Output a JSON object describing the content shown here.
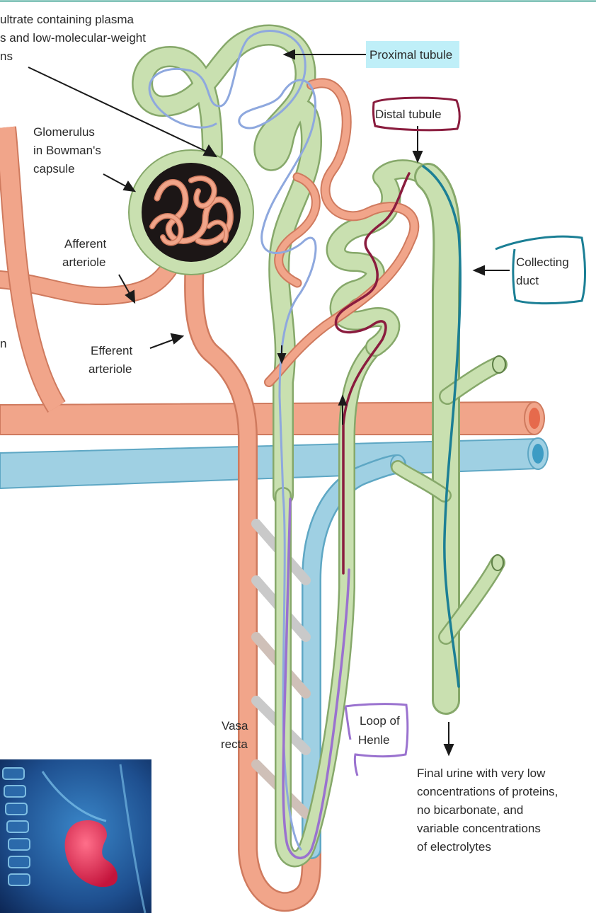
{
  "colors": {
    "tubule": "#c9e0b0",
    "tubule_edge": "#86a86a",
    "artery": "#f1a58a",
    "artery_edge": "#cf7a5e",
    "vein": "#9fd0e3",
    "vein_edge": "#5ea7c4",
    "glomerulus_core": "#1c1616",
    "annot_blue": "#8ea8de",
    "annot_maroon": "#8a1c3e",
    "annot_teal": "#1b7f95",
    "annot_purple": "#9a72cf",
    "highlight": "#bfeff8",
    "top_rule": "#4aa89a"
  },
  "labels": {
    "filtrate_line1": "ultrate containing plasma",
    "filtrate_line2": "s and low-molecular-weight",
    "filtrate_line3": "ns",
    "proximal_tubule": "Proximal tubule",
    "distal_tubule": "Distal tubule",
    "glomerulus_line1": "Glomerulus",
    "glomerulus_line2": "in Bowman's",
    "glomerulus_line3": "capsule",
    "afferent_line1": "Afferent",
    "afferent_line2": "arteriole",
    "efferent_line1": "Efferent",
    "efferent_line2": "arteriole",
    "collecting_line1": "Collecting",
    "collecting_line2": "duct",
    "edge_fragment": "n",
    "vasa_line1": "Vasa",
    "vasa_line2": "recta",
    "loop_line1": "Loop of",
    "loop_line2": "Henle",
    "urine_line1": "Final urine with very low",
    "urine_line2": "concentrations of proteins,",
    "urine_line3": "no bicarbonate, and",
    "urine_line4": "variable concentrations",
    "urine_line5": "of electrolytes"
  },
  "inset": {
    "icon": "kidney-xray-icon"
  }
}
